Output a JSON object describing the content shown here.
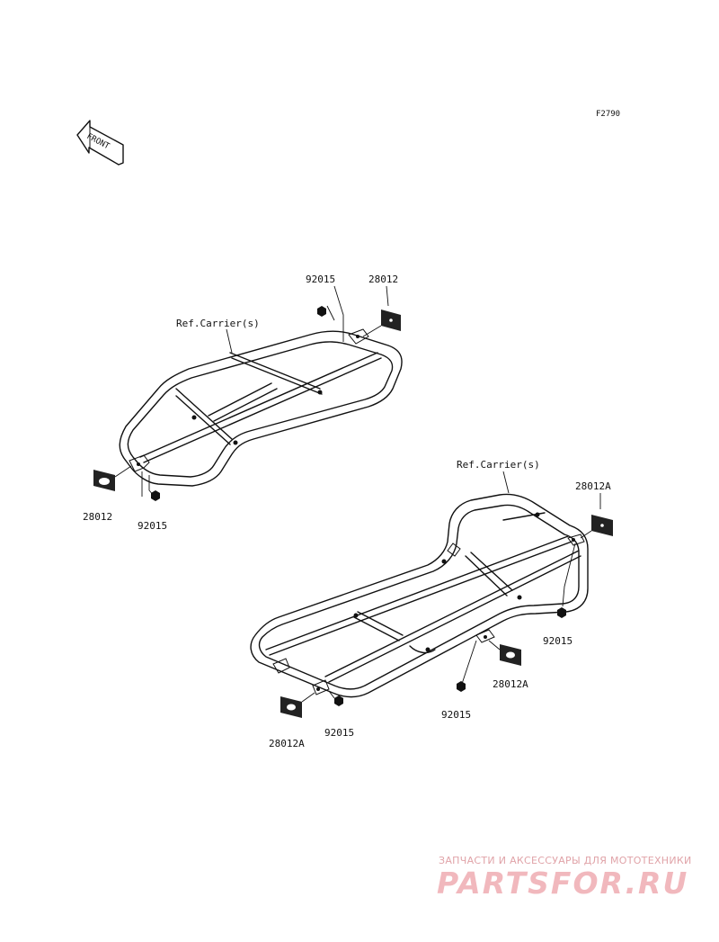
{
  "diagram": {
    "figure_code": "F2790",
    "front_arrow_label": "FRONT",
    "front_carrier": {
      "ref_label": "Ref.Carrier(s)",
      "parts": [
        {
          "number": "92015"
        },
        {
          "number": "28012"
        },
        {
          "number": "28012"
        },
        {
          "number": "92015"
        }
      ]
    },
    "rear_carrier": {
      "ref_label": "Ref.Carrier(s)",
      "parts": [
        {
          "number": "28012A"
        },
        {
          "number": "92015"
        },
        {
          "number": "28012A"
        },
        {
          "number": "92015"
        },
        {
          "number": "28012A"
        },
        {
          "number": "92015"
        }
      ]
    }
  },
  "watermark": {
    "tagline": "ЗАПЧАСТИ И АКСЕССУАРЫ ДЛЯ МОТОТЕХНИКИ",
    "logo": "PARTSFOR.RU"
  }
}
